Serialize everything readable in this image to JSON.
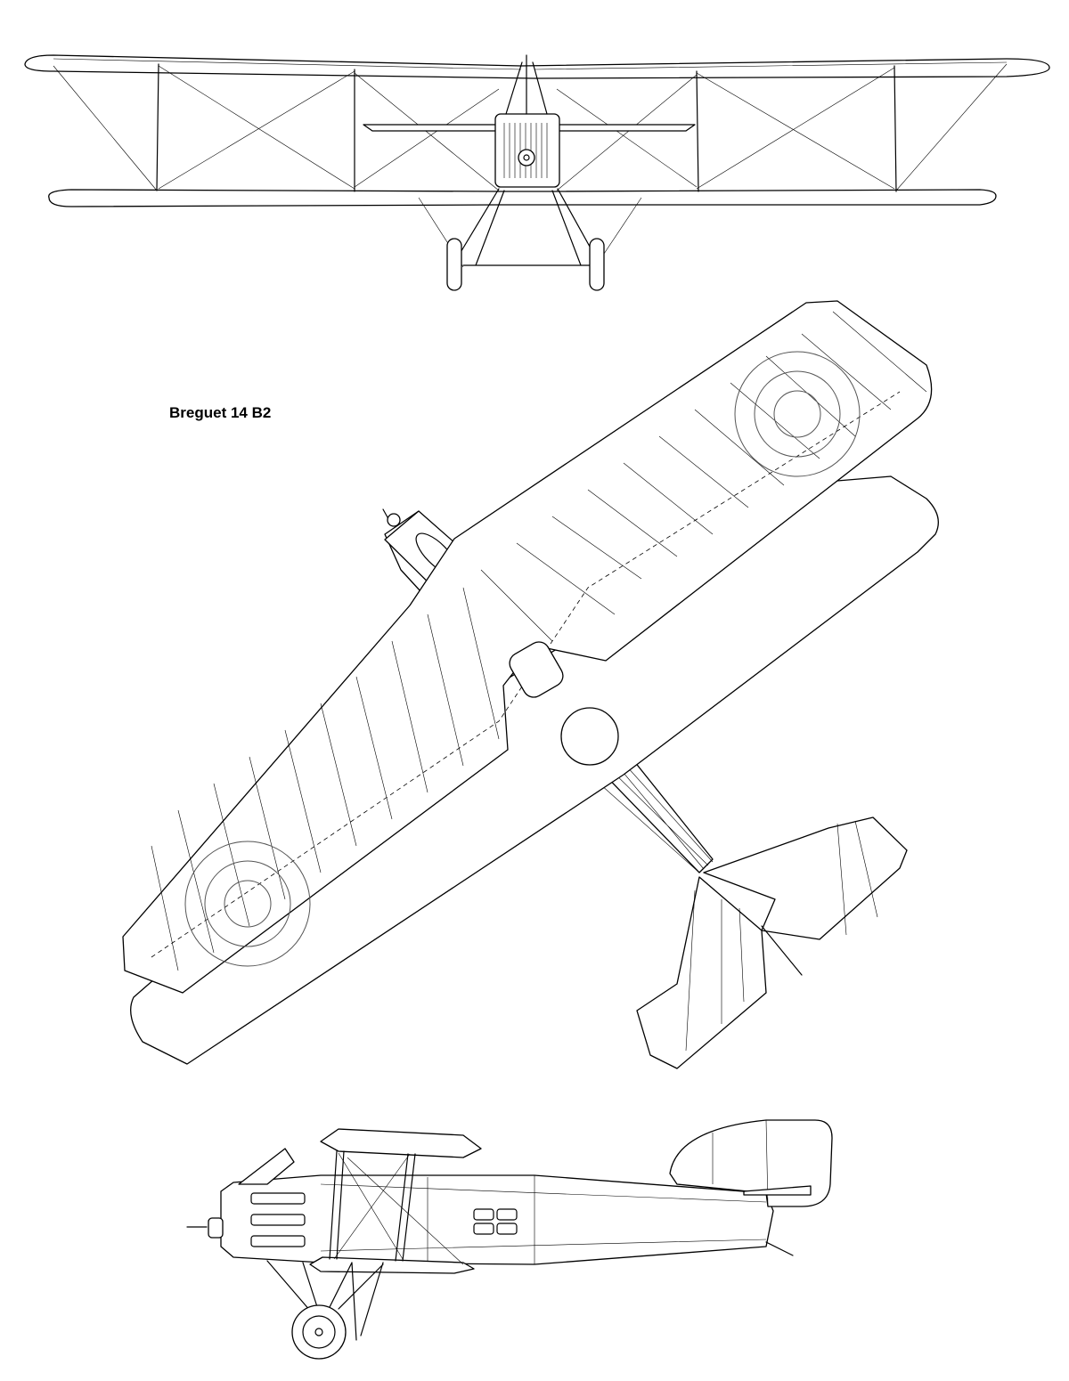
{
  "drawing": {
    "title": "Breguet 14 B2",
    "views": [
      {
        "view": "front-view"
      },
      {
        "view": "top-view"
      },
      {
        "view": "side-view"
      }
    ]
  }
}
